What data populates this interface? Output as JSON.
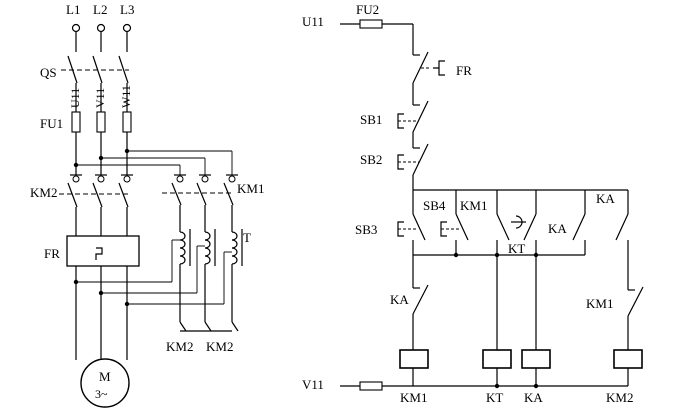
{
  "main": {
    "terminals": {
      "l1": "L1",
      "l2": "L2",
      "l3": "L3"
    },
    "left": {
      "qs": "QS",
      "u11": "U11",
      "v11": "V11",
      "w11": "W11",
      "fu1": "FU1",
      "km2": "KM2",
      "km1": "KM1",
      "fr": "FR",
      "t": "T",
      "km2_a": "KM2",
      "km2_b": "KM2",
      "motor_m": "M",
      "motor_phase": "3~"
    }
  },
  "control": {
    "u11": "U11",
    "v11": "V11",
    "fu2": "FU2",
    "fr": "FR",
    "sb1": "SB1",
    "sb2": "SB2",
    "sb3": "SB3",
    "sb4": "SB4",
    "km1_contact": "KM1",
    "kt_contact": "KT",
    "ka_contact": "KA",
    "ka_top": "KA",
    "ka_mid": "KA",
    "km1_mid": "KM1",
    "coils": {
      "km1": "KM1",
      "kt": "KT",
      "ka": "KA",
      "km2": "KM2"
    }
  }
}
